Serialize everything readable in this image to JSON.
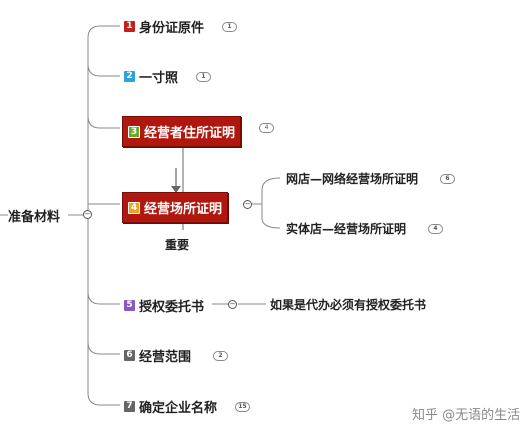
{
  "root": {
    "label": "准备材料"
  },
  "colors": {
    "red": "#c0211a",
    "blue": "#2aa3d8",
    "green": "#6aa82b",
    "orange": "#f0a21d",
    "purple": "#8a55c4",
    "gray": "#666666",
    "highlight": "#b0180f"
  },
  "nodes": [
    {
      "num": "1",
      "label": "身份证原件",
      "badge": "1"
    },
    {
      "num": "2",
      "label": "一寸照",
      "badge": "1"
    },
    {
      "num": "3",
      "label": "经营者住所证明",
      "badge": "4"
    },
    {
      "num": "4",
      "label": "经营场所证明"
    },
    {
      "num": "5",
      "label": "授权委托书"
    },
    {
      "num": "6",
      "label": "经营范围",
      "badge": "2"
    },
    {
      "num": "7",
      "label": "确定企业名称",
      "badge": "15"
    }
  ],
  "node4_children": [
    {
      "label": "网店—网络经营场所证明",
      "badge": "6"
    },
    {
      "label": "实体店—经营场所证明",
      "badge": "4"
    }
  ],
  "node5_child": {
    "label": "如果是代办必须有授权委托书"
  },
  "annotation": {
    "label": "重要"
  },
  "collapse_symbol": "−",
  "watermark": {
    "text": "知乎 @无语的生活"
  }
}
